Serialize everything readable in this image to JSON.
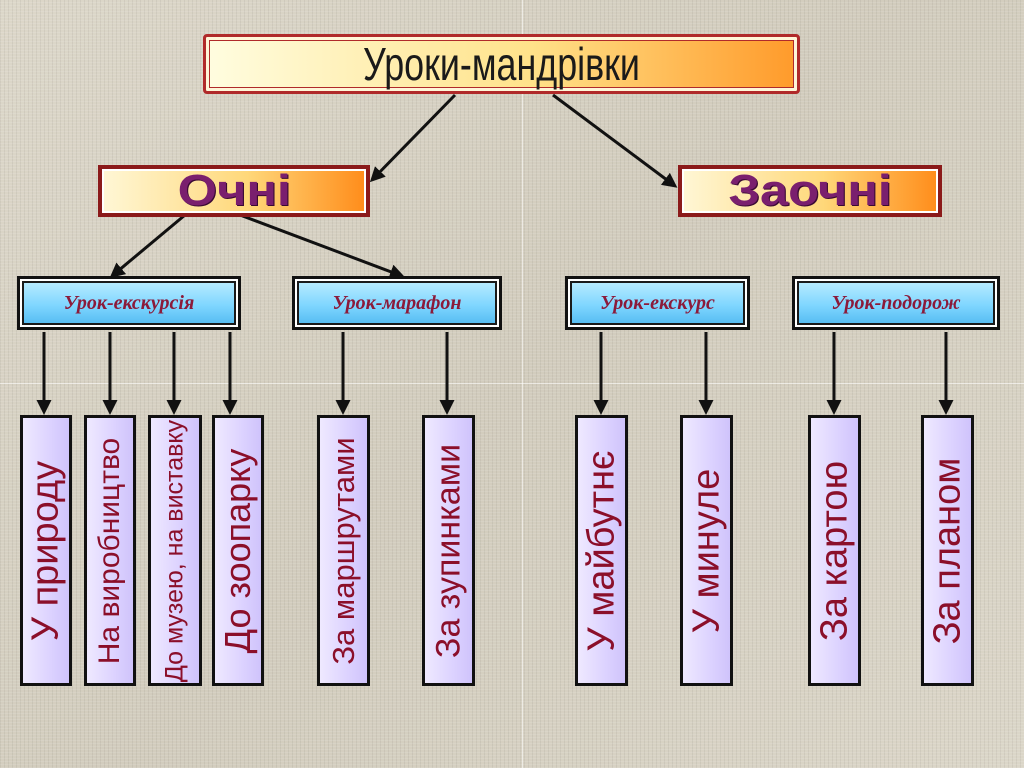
{
  "title": "Уроки-мандрівки",
  "categories": [
    {
      "label": "Очні"
    },
    {
      "label": "Заочні"
    }
  ],
  "types": [
    {
      "label": "Урок-екскурсія"
    },
    {
      "label": "Урок-марафон"
    },
    {
      "label": "Урок-екскурс"
    },
    {
      "label": "Урок-подорож"
    }
  ],
  "leaves": [
    {
      "label": "У природу"
    },
    {
      "label": "На  виробництво"
    },
    {
      "label": "До музею, на виставку"
    },
    {
      "label": "До зоопарку"
    },
    {
      "label": "За маршрутами"
    },
    {
      "label": "За зупинками"
    },
    {
      "label": "У майбутнє"
    },
    {
      "label": "У минуле"
    },
    {
      "label": "За картою"
    },
    {
      "label": "За  планом"
    }
  ],
  "colors": {
    "title_border": "#b02a2a",
    "category_text": "#7a1f6e",
    "type_text": "#8b1a3a",
    "leaf_text": "#8b0f2a",
    "leaf_fill": "#dcd2ff",
    "type_fill": "#7fd6ff"
  }
}
